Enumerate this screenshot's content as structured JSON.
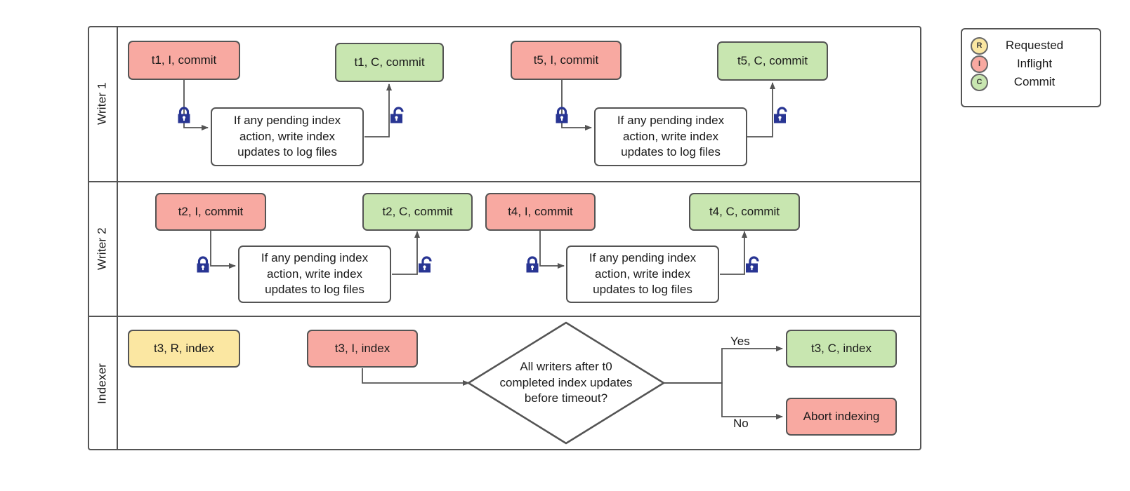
{
  "pool": {
    "lanes": [
      {
        "id": "writer-1",
        "label": "Writer 1"
      },
      {
        "id": "writer-2",
        "label": "Writer 2"
      },
      {
        "id": "indexer",
        "label": "Indexer"
      }
    ]
  },
  "colors": {
    "requested": "#fbe7a2",
    "inflight": "#f8a9a1",
    "commit": "#c8e6b0",
    "border": "#545454",
    "lock": "#283593",
    "edge": "#545454",
    "text": "#1a1a1a"
  },
  "lane_writer_1": {
    "nodes": [
      {
        "name": "t1-inflight-commit",
        "label": "t1, I, commit",
        "state": "inflight"
      },
      {
        "name": "t1-commit-commit",
        "label": "t1, C, commit",
        "state": "commit"
      },
      {
        "name": "t5-inflight-commit",
        "label": "t5, I, commit",
        "state": "inflight"
      },
      {
        "name": "t5-commit-commit",
        "label": "t5, C, commit",
        "state": "commit"
      }
    ],
    "process_1": "If any pending index action, write index updates to log files",
    "process_2": "If any pending index action, write index updates to log files",
    "icons": [
      "lock-closed-icon",
      "lock-open-icon",
      "lock-closed-icon",
      "lock-open-icon"
    ]
  },
  "lane_writer_2": {
    "nodes": [
      {
        "name": "t2-inflight-commit",
        "label": "t2, I, commit",
        "state": "inflight"
      },
      {
        "name": "t2-commit-commit",
        "label": "t2, C, commit",
        "state": "commit"
      },
      {
        "name": "t4-inflight-commit",
        "label": "t4, I, commit",
        "state": "inflight"
      },
      {
        "name": "t4-commit-commit",
        "label": "t4, C, commit",
        "state": "commit"
      }
    ],
    "process_1": "If any pending index action, write index updates to log files",
    "process_2": "If any pending index action, write index updates to log files",
    "icons": [
      "lock-closed-icon",
      "lock-open-icon",
      "lock-closed-icon",
      "lock-open-icon"
    ]
  },
  "lane_indexer": {
    "nodes": [
      {
        "name": "t3-requested-index",
        "label": "t3, R, index",
        "state": "requested"
      },
      {
        "name": "t3-inflight-index",
        "label": "t3, I, index",
        "state": "inflight"
      },
      {
        "name": "t3-commit-index",
        "label": "t3, C, index",
        "state": "commit"
      },
      {
        "name": "abort-indexing",
        "label": "Abort indexing",
        "state": "inflight"
      }
    ],
    "decision": "All writers after t0 completed index updates before timeout?",
    "decision_lines": [
      "All writers after t0",
      "completed index updates",
      "before timeout?"
    ],
    "branch_yes": "Yes",
    "branch_no": "No"
  },
  "legend": {
    "items": [
      {
        "badge": "R",
        "label": "Requested",
        "color": "#fbe7a2",
        "icon": "requested-badge-icon"
      },
      {
        "badge": "I",
        "label": "Inflight",
        "color": "#f8a9a1",
        "icon": "inflight-badge-icon"
      },
      {
        "badge": "C",
        "label": "Commit",
        "color": "#c8e6b0",
        "icon": "commit-badge-icon"
      }
    ]
  },
  "process_text_lines": [
    "If any pending index",
    "action, write index",
    "updates to log files"
  ]
}
